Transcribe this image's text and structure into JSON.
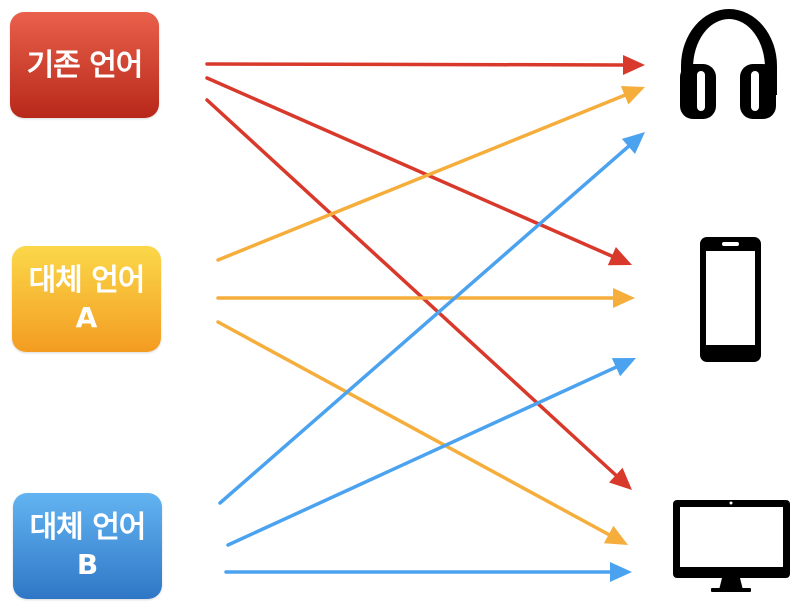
{
  "sources": {
    "existing": {
      "label": "기존 언어",
      "sublabel": ""
    },
    "alt_a": {
      "label": "대체 언어",
      "sublabel": "A"
    },
    "alt_b": {
      "label": "대체 언어",
      "sublabel": "B"
    }
  },
  "devices": [
    {
      "name": "headphones",
      "icon": "headphones-icon"
    },
    {
      "name": "smartphone",
      "icon": "smartphone-icon"
    },
    {
      "name": "monitor",
      "icon": "monitor-icon"
    }
  ],
  "connections": [
    {
      "from": "existing",
      "to": "headphones",
      "color": "#d8392b"
    },
    {
      "from": "existing",
      "to": "smartphone",
      "color": "#d8392b"
    },
    {
      "from": "existing",
      "to": "monitor",
      "color": "#d8392b"
    },
    {
      "from": "alt_a",
      "to": "headphones",
      "color": "#f5ae3c"
    },
    {
      "from": "alt_a",
      "to": "smartphone",
      "color": "#f5ae3c"
    },
    {
      "from": "alt_a",
      "to": "monitor",
      "color": "#f5ae3c"
    },
    {
      "from": "alt_b",
      "to": "headphones",
      "color": "#4ba3f0"
    },
    {
      "from": "alt_b",
      "to": "smartphone",
      "color": "#4ba3f0"
    },
    {
      "from": "alt_b",
      "to": "monitor",
      "color": "#4ba3f0"
    }
  ],
  "colors": {
    "existing": "#d8392b",
    "alt_a": "#f5ae3c",
    "alt_b": "#4ba3f0"
  }
}
